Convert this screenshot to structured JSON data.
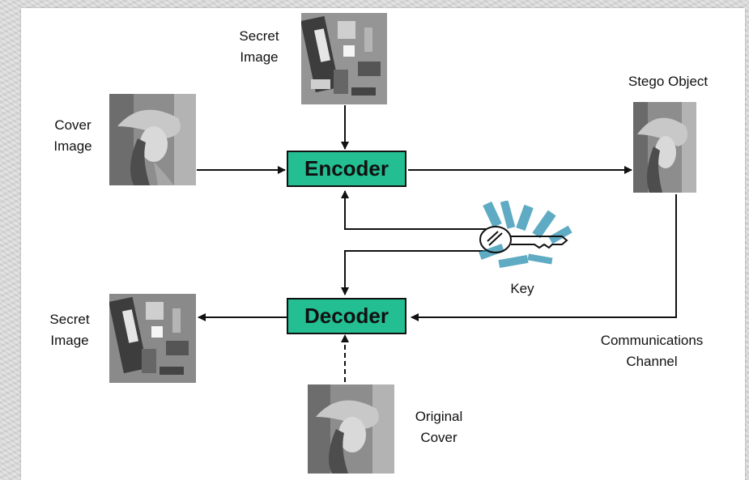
{
  "colors": {
    "box_fill": "#23bf93",
    "key_watermark": "#2a8fb0",
    "line": "#111111"
  },
  "icons": [
    "portrait-photo",
    "circuit-board-photo",
    "key-icon"
  ],
  "diagram": {
    "encoder_label": "Encoder",
    "decoder_label": "Decoder",
    "secret_image_top": {
      "line1": "Secret",
      "line2": "Image"
    },
    "cover_image": {
      "line1": "Cover",
      "line2": "Image"
    },
    "stego_object": "Stego Object",
    "key_label": "Key",
    "secret_image_bottom": {
      "line1": "Secret",
      "line2": "Image"
    },
    "communications_channel": {
      "line1": "Communications",
      "line2": "Channel"
    },
    "original_cover": {
      "line1": "Original",
      "line2": "Cover"
    }
  }
}
